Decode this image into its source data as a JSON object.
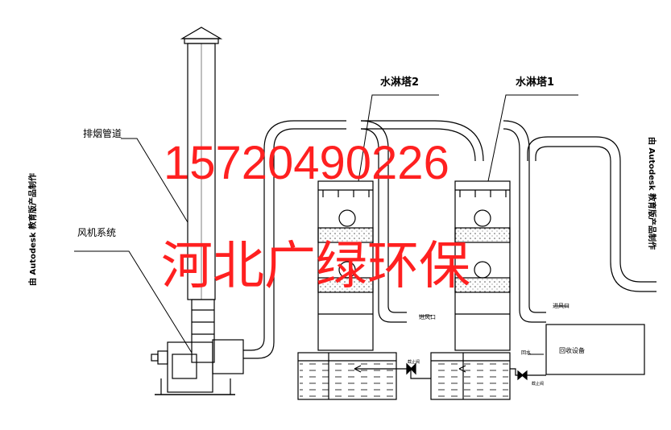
{
  "labels": {
    "chimney": "排烟管道",
    "fan_system": "风机系统",
    "tower2": "水淋塔2",
    "tower1": "水淋塔1",
    "inlet_2": "进风口",
    "inlet_1": "进风口",
    "recovery": "回收设备",
    "valve_left": "截止阀",
    "valve_right": "截止阀",
    "return_water": "回水",
    "watermark": "由 Autodesk 教育版产品制作"
  },
  "overlay": {
    "phone": "15720490226",
    "company": "河北广绿环保"
  },
  "colors": {
    "line": "#000000",
    "overlay_text": "#ff2020",
    "fill_gray": "#e8e8e8"
  }
}
